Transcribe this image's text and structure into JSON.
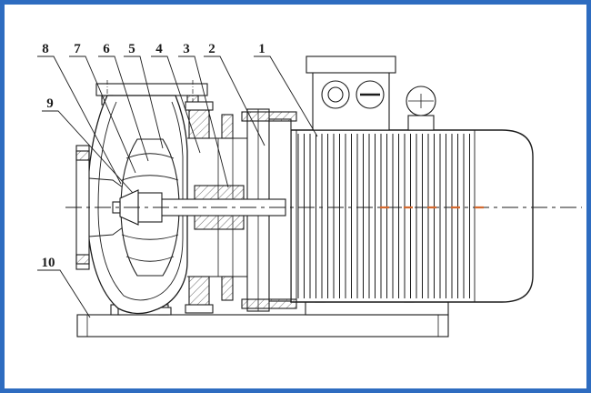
{
  "page": {
    "frame_color": "#2e6cc0",
    "background": "#ffffff"
  },
  "diagram": {
    "kind": "engineering-cross-section-drawing",
    "subject": "close-coupled centrifugal pump with electric motor",
    "line_color": "#1c1c1c",
    "centerline_accent_color": "#d4692f",
    "labels": [
      "1",
      "2",
      "3",
      "4",
      "5",
      "6",
      "7",
      "8",
      "9",
      "10"
    ]
  }
}
